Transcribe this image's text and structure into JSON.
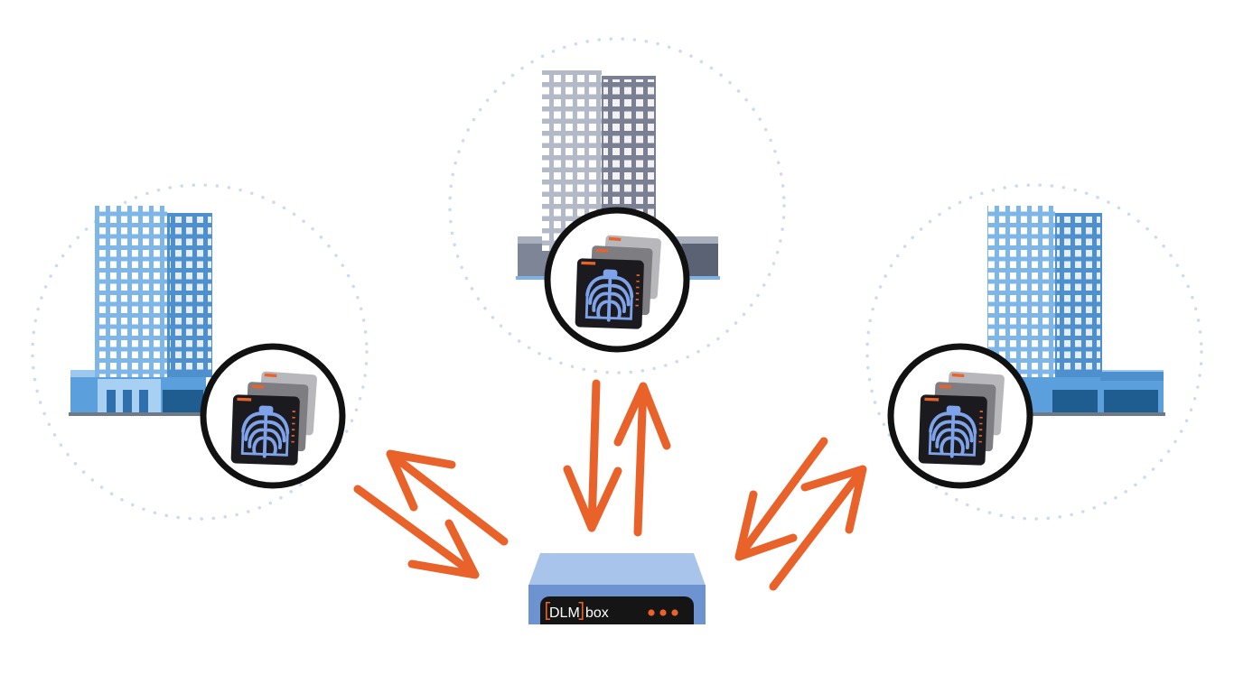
{
  "device": {
    "label_prefix": "DLM",
    "label_suffix": "box",
    "led_count": 3
  },
  "nodes": [
    {
      "id": "left",
      "building": "office-tower-blue"
    },
    {
      "id": "center",
      "building": "office-tower-gray"
    },
    {
      "id": "right",
      "building": "office-tower-blue"
    }
  ],
  "colors": {
    "arrow": "#e8622a",
    "dotted_ring": "#cfdaef",
    "badge_ring": "#111111",
    "device_top": "#a9c4ea",
    "device_front": "#6d93d1",
    "device_panel": "#151515",
    "led": "#e8622a",
    "xray_bone": "#7ea3ea"
  }
}
